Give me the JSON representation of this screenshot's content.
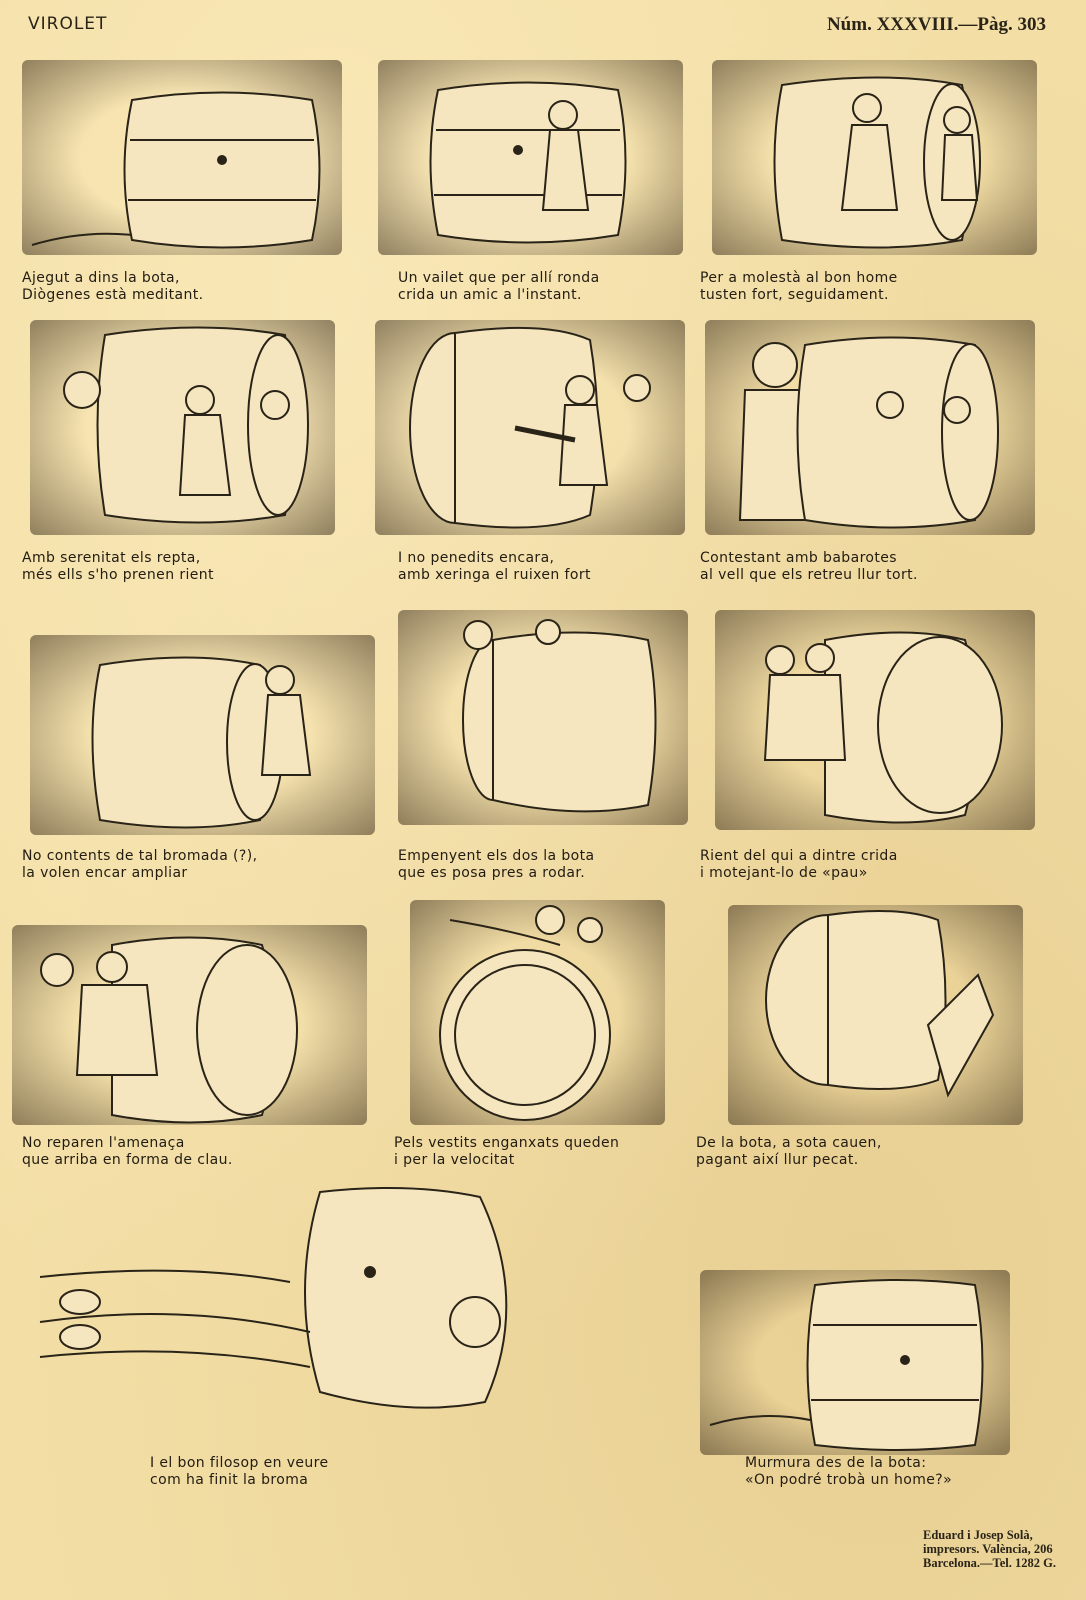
{
  "header": {
    "title": "VIROLET",
    "issue": "Núm. XXXVIII.—Pàg. 303"
  },
  "panels": [
    {
      "caption1": "Ajegut a dins la bota,",
      "caption2": "Diògenes està meditant."
    },
    {
      "caption1": "Un vailet que per allí ronda",
      "caption2": "crida un amic a l'instant."
    },
    {
      "caption1": "Per a molestà al bon home",
      "caption2": "tusten fort, seguidament."
    },
    {
      "caption1": "Amb serenitat els repta,",
      "caption2": "més ells s'ho prenen rient"
    },
    {
      "caption1": "I no penedits encara,",
      "caption2": "amb xeringa el ruixen fort"
    },
    {
      "caption1": "Contestant amb babarotes",
      "caption2": "al vell que els retreu llur tort."
    },
    {
      "caption1": "No contents de tal bromada (?),",
      "caption2": "la volen encar ampliar"
    },
    {
      "caption1": "Empenyent els dos la bota",
      "caption2": "que es posa pres a rodar."
    },
    {
      "caption1": "Rient del qui a dintre crida",
      "caption2": "i motejant-lo de «pau»"
    },
    {
      "caption1": "No reparen l'amenaça",
      "caption2": "que arriba en forma de clau."
    },
    {
      "caption1": "Pels vestits enganxats queden",
      "caption2": "i per la velocitat"
    },
    {
      "caption1": "De la bota, a sota cauen,",
      "caption2": "pagant així llur pecat."
    },
    {
      "caption1": "I el bon filosop en veure",
      "caption2": "com ha finit la broma"
    },
    {
      "caption1": "Murmura des de la bota:",
      "caption2": "«On podré trobà un home?»"
    }
  ],
  "imprint": {
    "line1": "Eduard i Josep Solà,",
    "line2": "impresors. València, 206",
    "line3": "Barcelona.—Tel. 1282 G."
  },
  "illustration_icon": "barrel-icon",
  "colors": {
    "paper": "#f3dfa6",
    "ink": "#2a2418"
  }
}
